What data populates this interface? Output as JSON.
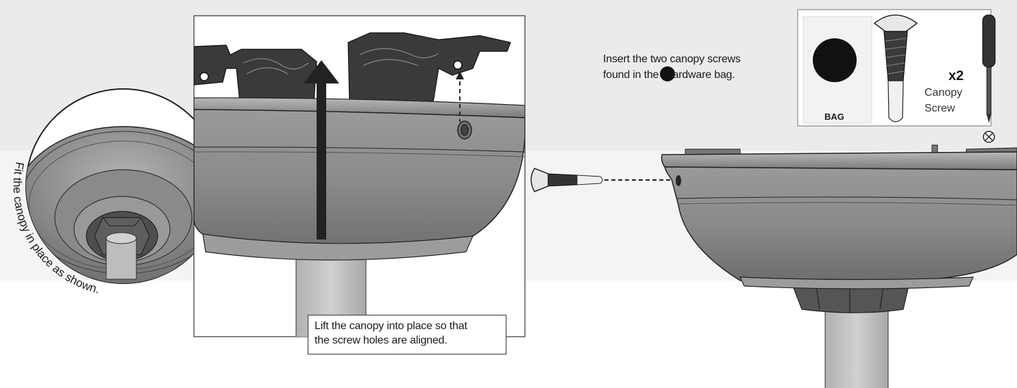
{
  "instructions": {
    "fit_canopy": "Fit the canopy in place as shown.",
    "lift_canopy_line1": "Lift the canopy into place so that",
    "lift_canopy_line2": "the screw holes are aligned.",
    "insert_screws_line1": "Insert the two canopy screws",
    "insert_screws_line2a": "found in the ",
    "insert_screws_line2b": "ardware bag."
  },
  "hardware": {
    "bag_label": "BAG",
    "quantity": "x2",
    "part_name_line1": "Canopy",
    "part_name_line2": "Screw"
  },
  "icons": [
    "magnifier-circle",
    "canopy-housing",
    "mounting-bracket",
    "up-arrow",
    "screw",
    "screwdriver",
    "hardware-bag",
    "phillips-screw-head"
  ],
  "colors": {
    "housing": "#8c8c8c",
    "housing_dark": "#5a5a5a",
    "outline": "#222222",
    "panel_bg": "#ebebeb"
  }
}
